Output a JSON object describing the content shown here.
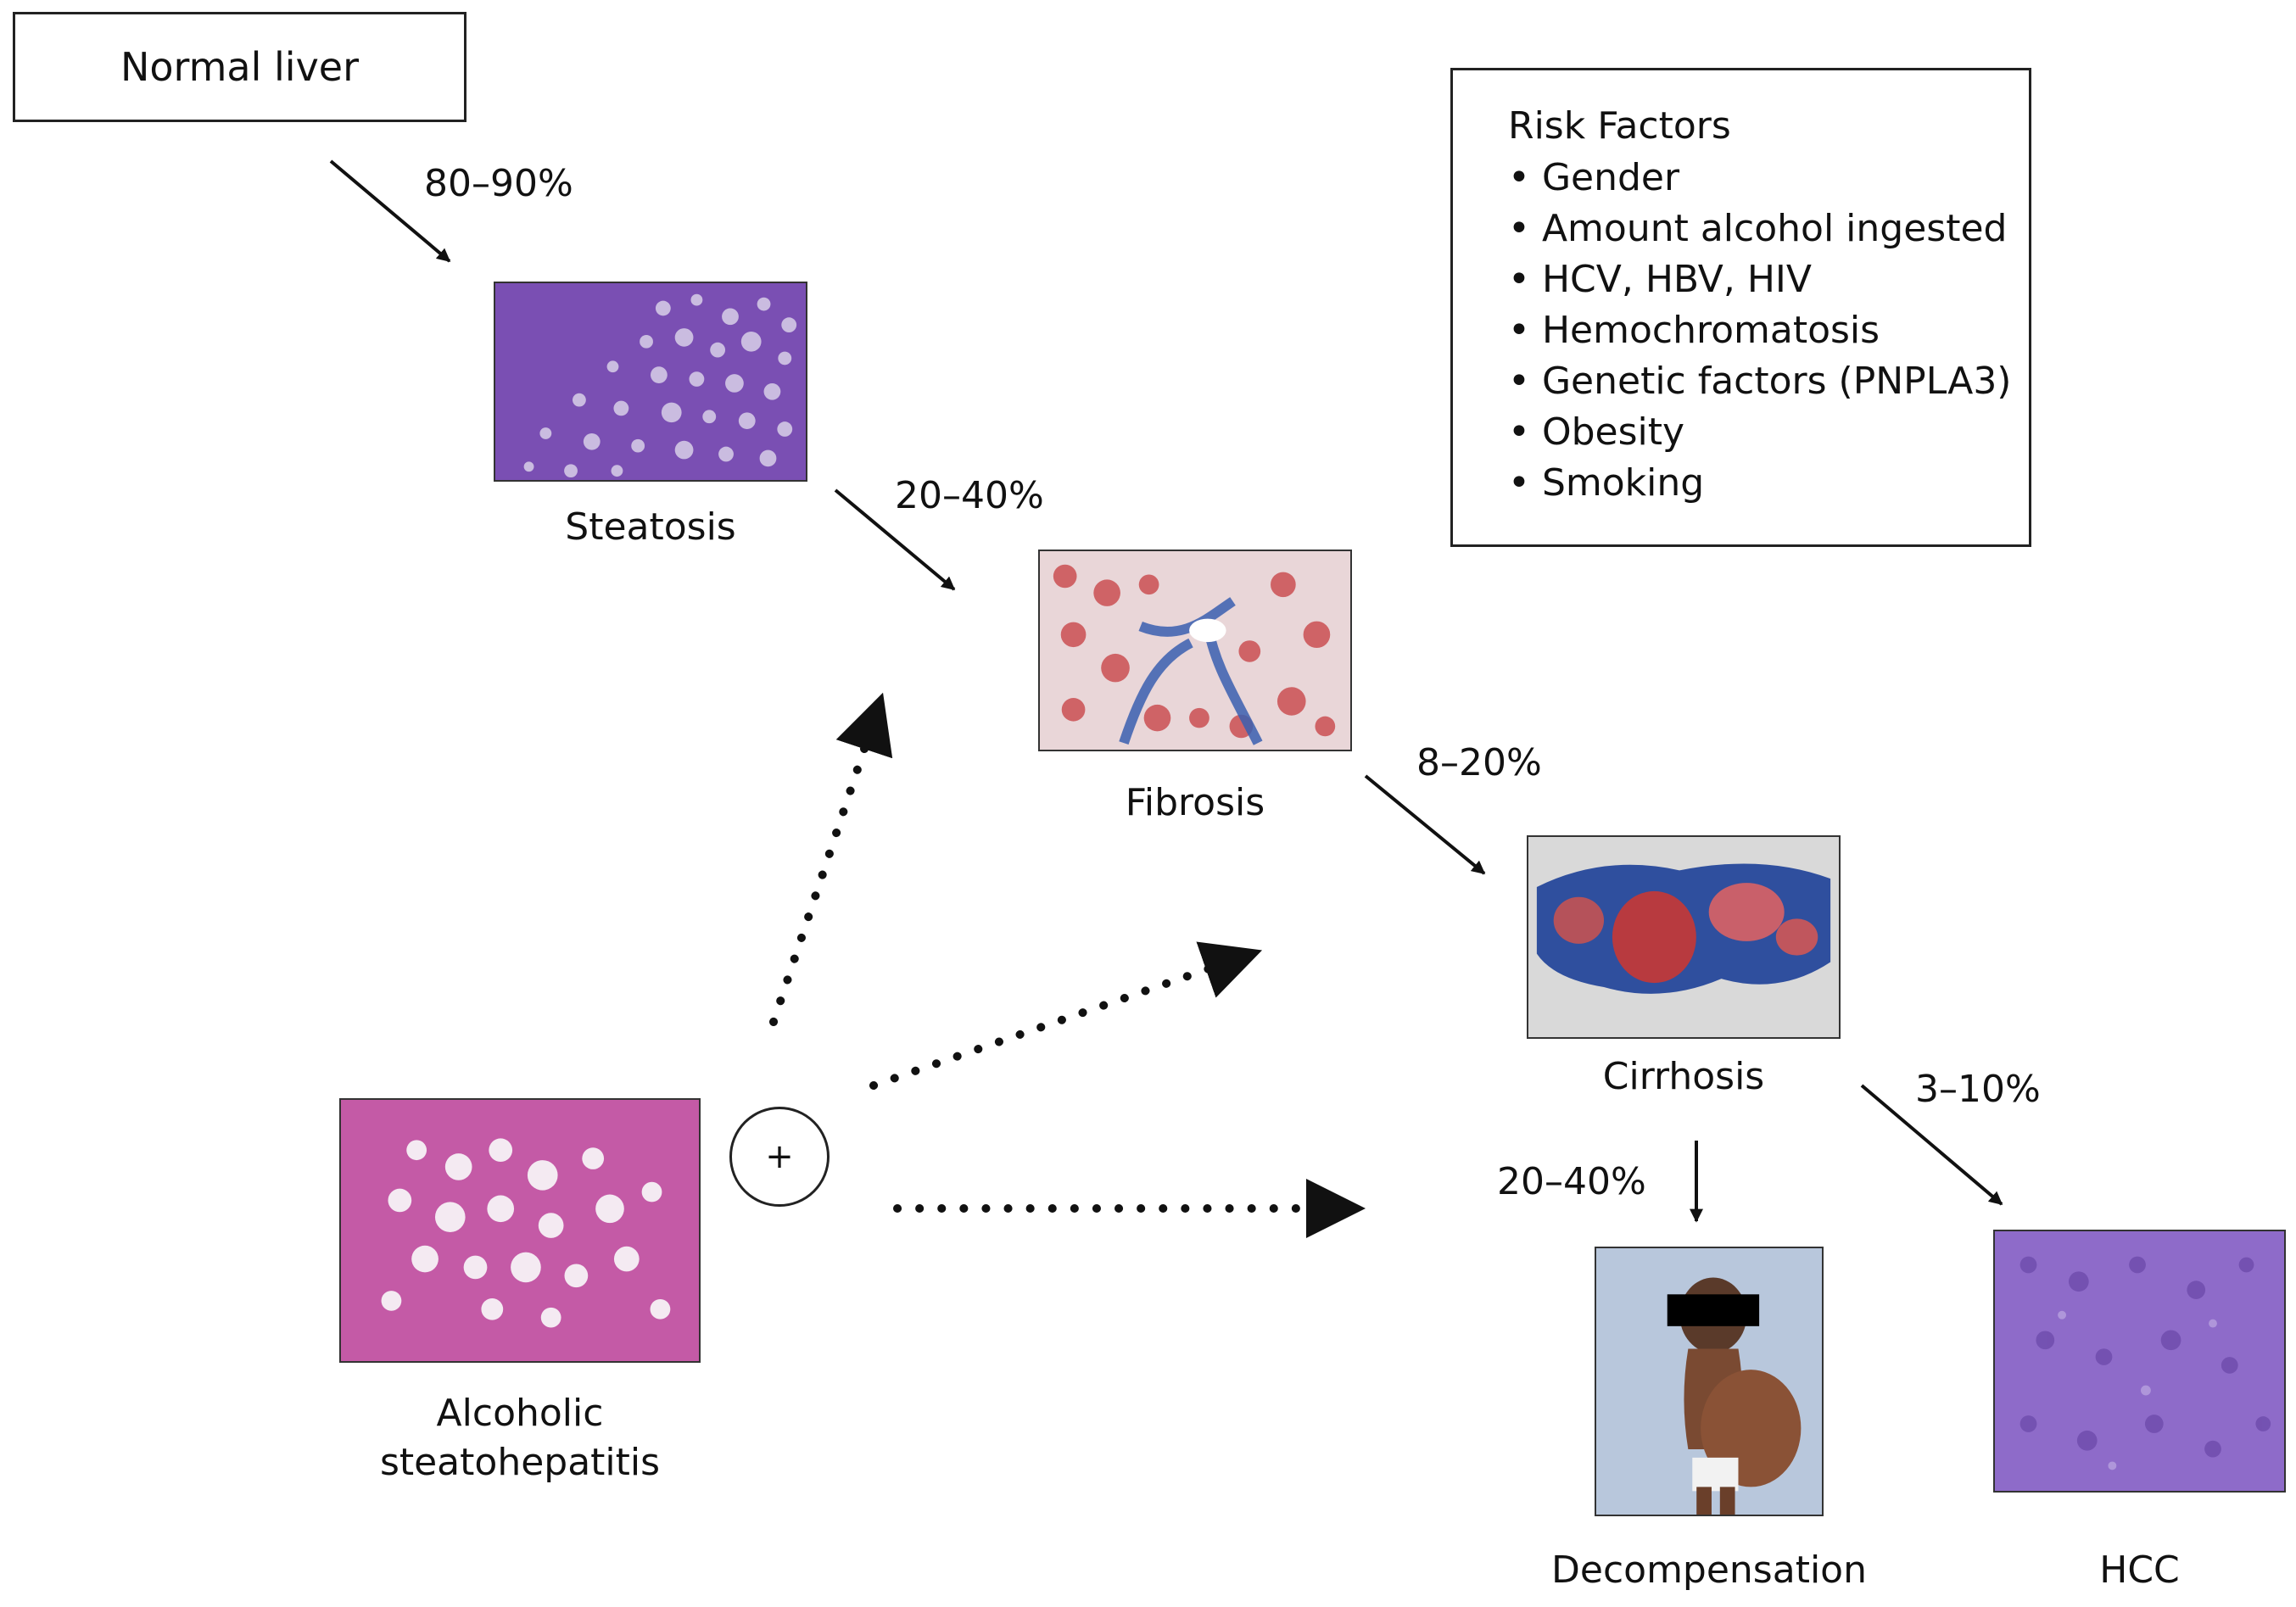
{
  "nodes": {
    "normal_liver": "Normal liver",
    "steatosis": "Steatosis",
    "fibrosis": "Fibrosis",
    "cirrhosis": "Cirrhosis",
    "ash_line1": "Alcoholic",
    "ash_line2": "steatohepatitis",
    "decompensation": "Decompensation",
    "hcc": "HCC"
  },
  "transitions": {
    "normal_to_steatosis": "80–90%",
    "steatosis_to_fibrosis": "20–40%",
    "fibrosis_to_cirrhosis": "8–20%",
    "cirrhosis_to_decompensation": "20–40%",
    "cirrhosis_to_hcc": "3–10%"
  },
  "plus_symbol": "+",
  "risk_factors": {
    "title": "Risk Factors",
    "items": [
      "Gender",
      "Amount alcohol ingested",
      "HCV, HBV, HIV",
      "Hemochromatosis",
      "Genetic factors (PNPLA3)",
      "Obesity",
      "Smoking"
    ]
  },
  "colors": {
    "steatosis_tissue": "#7a4fb3",
    "fibrosis_tissue": "#c9474a",
    "fibrosis_collagen": "#3a5fb0",
    "ash_tissue": "#c45aa6",
    "hcc_tissue": "#8e6bc9",
    "arrow": "#111111"
  }
}
